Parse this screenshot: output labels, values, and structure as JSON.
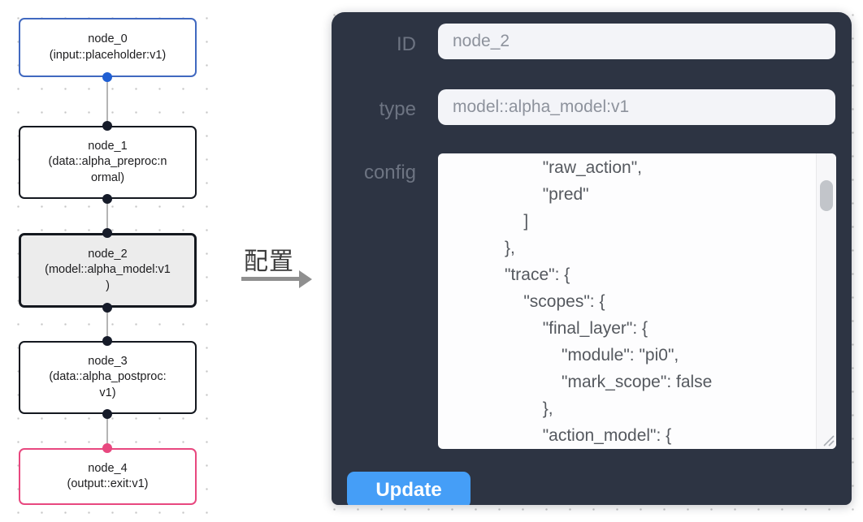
{
  "flowchart": {
    "nodes": [
      {
        "name": "node_0",
        "lines": [
          "node_0",
          "(input::placeholder:v1)"
        ]
      },
      {
        "name": "node_1",
        "lines": [
          "node_1",
          "(data::alpha_preproc:n",
          "ormal)"
        ]
      },
      {
        "name": "node_2",
        "lines": [
          "node_2",
          "(model::alpha_model:v1",
          ")"
        ],
        "selected": true
      },
      {
        "name": "node_3",
        "lines": [
          "node_3",
          "(data::alpha_postproc:",
          "v1)"
        ]
      },
      {
        "name": "node_4",
        "lines": [
          "node_4",
          "(output::exit:v1)"
        ]
      }
    ]
  },
  "transfer_label": "配置",
  "panel": {
    "id_label": "ID",
    "id_value": "node_2",
    "type_label": "type",
    "type_value": "model::alpha_model:v1",
    "config_label": "config",
    "config_text": "                    \"raw_action\",\n                    \"pred\"\n                ]\n            },\n            \"trace\": {\n                \"scopes\": {\n                    \"final_layer\": {\n                        \"module\": \"pi0\",\n                        \"mark_scope\": false\n                    },\n                    \"action_model\": {",
    "update_label": "Update"
  },
  "colors": {
    "panel_bg": "#2d3443",
    "input_node_border": "#4169c0",
    "default_node_border": "#14181f",
    "output_node_border": "#e8487f",
    "selected_node_bg": "#ececec",
    "handle_blue": "#1f5fd3",
    "handle_dark": "#161b29",
    "handle_pink": "#e8487f",
    "field_bg": "#f3f4f8",
    "update_button_bg": "#459ef7"
  }
}
